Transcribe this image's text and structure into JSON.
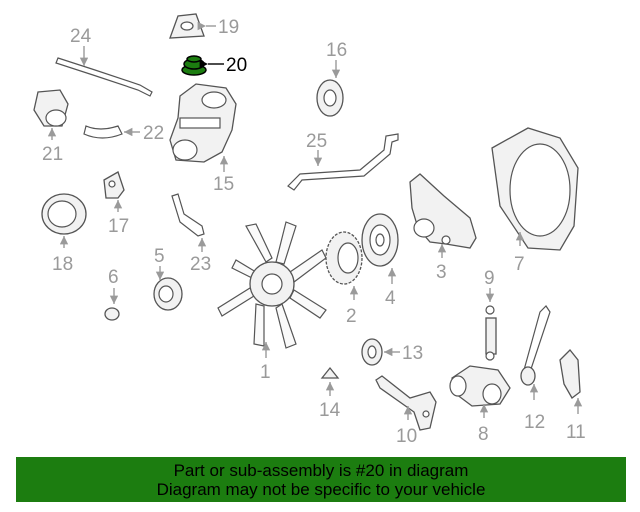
{
  "diagram": {
    "highlighted_part": "20",
    "callouts": [
      "1",
      "2",
      "3",
      "4",
      "5",
      "6",
      "7",
      "8",
      "9",
      "10",
      "11",
      "12",
      "13",
      "14",
      "15",
      "16",
      "17",
      "18",
      "19",
      "20",
      "21",
      "22",
      "23",
      "24",
      "25"
    ]
  },
  "banner": {
    "line1": "Part or sub-assembly is #20 in diagram",
    "line2": "Diagram may not be specific to your vehicle",
    "background": "#1c7d10"
  },
  "colors": {
    "callout_text": "#9a9a9a",
    "highlight_part": "#1c7d10"
  }
}
